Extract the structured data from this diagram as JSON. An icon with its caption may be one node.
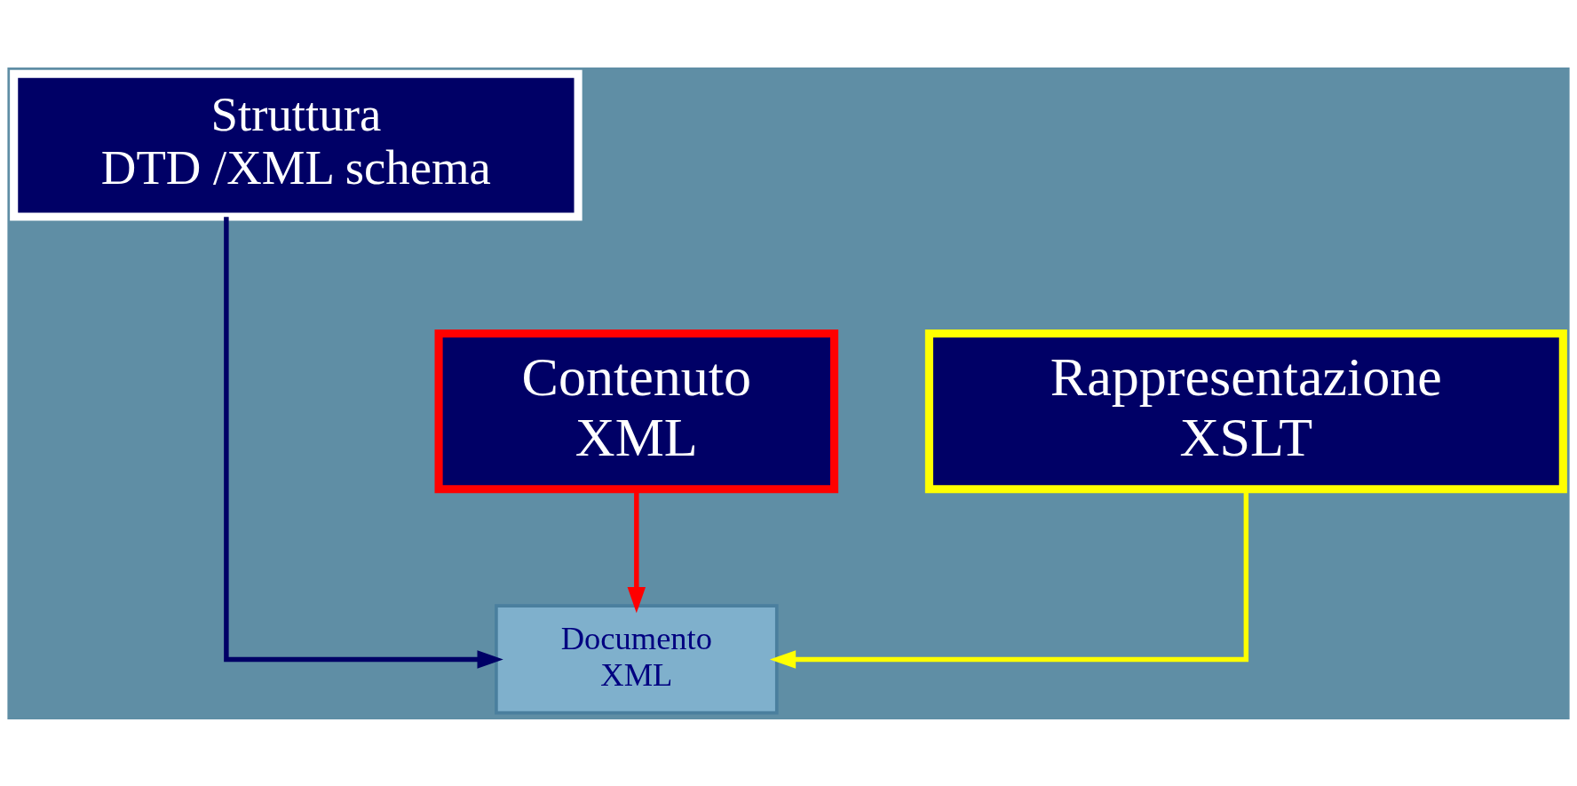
{
  "diagram": {
    "nodes": [
      {
        "text": [
          "Struttura",
          "DTD /XML schema"
        ]
      },
      {
        "text": [
          "Contenuto",
          "XML"
        ]
      },
      {
        "text": [
          "Rappresentazione",
          "XSLT"
        ]
      },
      {
        "text": [
          "Documento",
          "XML"
        ]
      }
    ],
    "edges": [
      {
        "from": 0,
        "to": 3,
        "arrow": "to",
        "color": "#000066"
      },
      {
        "from": 1,
        "to": 3,
        "arrow": "to",
        "color": "#ff0000"
      },
      {
        "from": 2,
        "to": 3,
        "arrow": "to",
        "color": "#ffff00"
      }
    ]
  }
}
